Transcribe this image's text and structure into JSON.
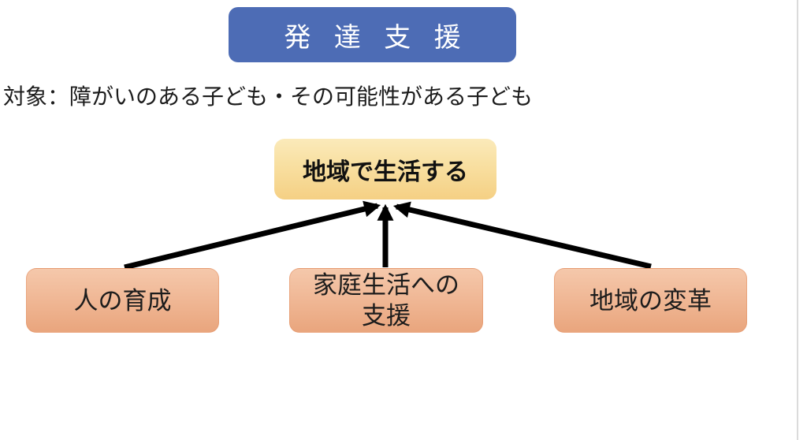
{
  "diagram": {
    "title": "発 達 支 援",
    "subject_line": "対象：障がいのある子ども・その可能性がある子ども",
    "goal": {
      "label": "地域で生活する"
    },
    "factors": [
      {
        "lines": [
          "人の育成"
        ]
      },
      {
        "lines": [
          "家庭生活への",
          "支援"
        ]
      },
      {
        "lines": [
          "地域の変革"
        ]
      }
    ],
    "colors": {
      "title_bg": "#4d6cb5",
      "title_text": "#ffffff",
      "goal_bg_top": "#fbeaba",
      "goal_bg_bottom": "#f5d084",
      "factor_bg_top": "#f5c8ab",
      "factor_bg_bottom": "#e9a57d",
      "arrow": "#000000",
      "page_edge_line": "#dbdbdb"
    }
  }
}
